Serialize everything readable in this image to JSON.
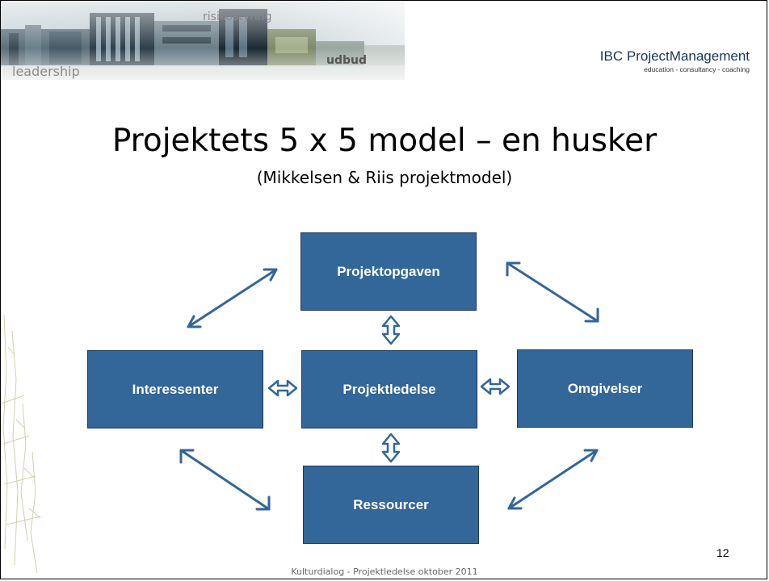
{
  "header": {
    "banner_words": [
      "risikostyring",
      "udbud",
      "leadership"
    ],
    "brand_name": "IBC ProjectManagement",
    "brand_tagline": "education - consultancy - coaching"
  },
  "slide": {
    "title": "Projektets 5 x 5 model – en husker",
    "subtitle": "(Mikkelsen & Riis projektmodel)"
  },
  "diagram": {
    "nodes": {
      "top": "Projektopgaven",
      "left": "Interessenter",
      "center": "Projektledelse",
      "right": "Omgivelser",
      "bottom": "Ressourcer"
    },
    "box_color": "#336699",
    "arrow_color": "#336699"
  },
  "footer": {
    "page_number": "12",
    "text": "Kulturdialog - Projektledelse oktober 2011"
  }
}
